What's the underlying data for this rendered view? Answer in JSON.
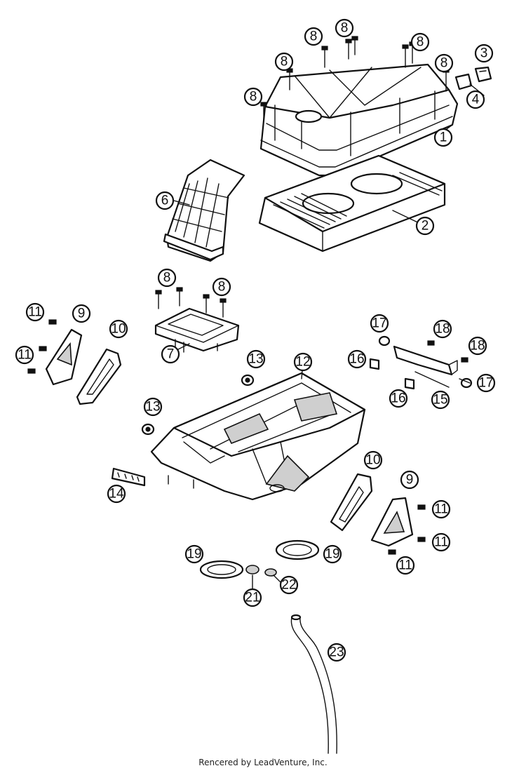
{
  "diagram": {
    "callouts": [
      {
        "id": "c1",
        "label": "1"
      },
      {
        "id": "c2",
        "label": "2"
      },
      {
        "id": "c3",
        "label": "3"
      },
      {
        "id": "c4",
        "label": "4"
      },
      {
        "id": "c6",
        "label": "6"
      },
      {
        "id": "c7",
        "label": "7"
      },
      {
        "id": "c8a",
        "label": "8"
      },
      {
        "id": "c8b",
        "label": "8"
      },
      {
        "id": "c8c",
        "label": "8"
      },
      {
        "id": "c8d",
        "label": "8"
      },
      {
        "id": "c8e",
        "label": "8"
      },
      {
        "id": "c8f",
        "label": "8"
      },
      {
        "id": "c8g",
        "label": "8"
      },
      {
        "id": "c8h",
        "label": "8"
      },
      {
        "id": "c9a",
        "label": "9"
      },
      {
        "id": "c9b",
        "label": "9"
      },
      {
        "id": "c10a",
        "label": "10"
      },
      {
        "id": "c10b",
        "label": "10"
      },
      {
        "id": "c11a",
        "label": "11"
      },
      {
        "id": "c11b",
        "label": "11"
      },
      {
        "id": "c11c",
        "label": "11"
      },
      {
        "id": "c11d",
        "label": "11"
      },
      {
        "id": "c11e",
        "label": "11"
      },
      {
        "id": "c12",
        "label": "12"
      },
      {
        "id": "c13a",
        "label": "13"
      },
      {
        "id": "c13b",
        "label": "13"
      },
      {
        "id": "c14",
        "label": "14"
      },
      {
        "id": "c15",
        "label": "15"
      },
      {
        "id": "c16a",
        "label": "16"
      },
      {
        "id": "c16b",
        "label": "16"
      },
      {
        "id": "c17a",
        "label": "17"
      },
      {
        "id": "c17b",
        "label": "17"
      },
      {
        "id": "c18a",
        "label": "18"
      },
      {
        "id": "c18b",
        "label": "18"
      },
      {
        "id": "c19a",
        "label": "19"
      },
      {
        "id": "c19b",
        "label": "19"
      },
      {
        "id": "c21",
        "label": "21"
      },
      {
        "id": "c22",
        "label": "22"
      },
      {
        "id": "c23",
        "label": "23"
      }
    ]
  },
  "footer": {
    "text": "Rencered by LeadVenture, Inc."
  }
}
